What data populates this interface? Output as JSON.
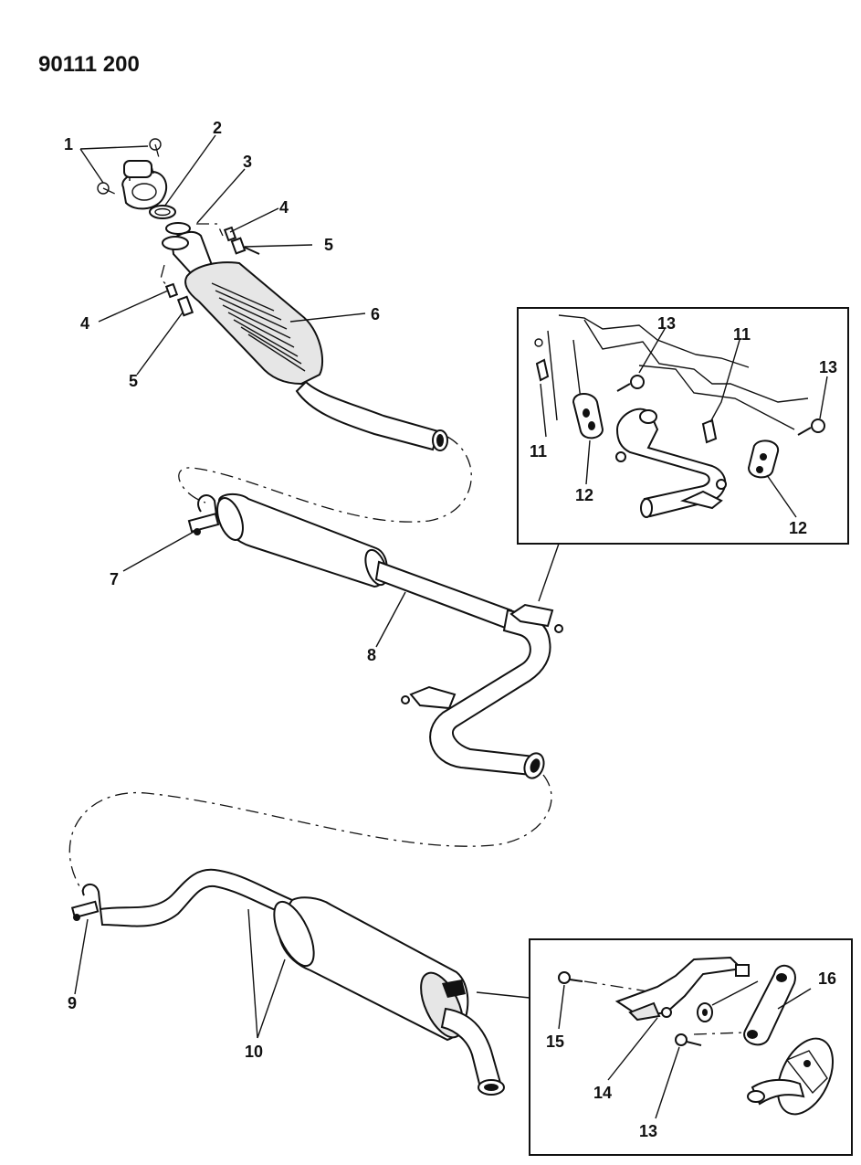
{
  "document": {
    "id": "90111 200"
  },
  "callouts": {
    "c1": "1",
    "c2": "2",
    "c3": "3",
    "c4a": "4",
    "c4b": "4",
    "c5a": "5",
    "c5b": "5",
    "c6": "6",
    "c7": "7",
    "c8": "8",
    "c9": "9",
    "c10": "10",
    "i11a": "11",
    "i11b": "11",
    "i12a": "12",
    "i12b": "12",
    "i13a": "13",
    "i13b": "13",
    "i13c": "13",
    "i14": "14",
    "i15": "15",
    "i16": "16"
  },
  "colors": {
    "ink": "#111111",
    "paper": "#ffffff"
  }
}
